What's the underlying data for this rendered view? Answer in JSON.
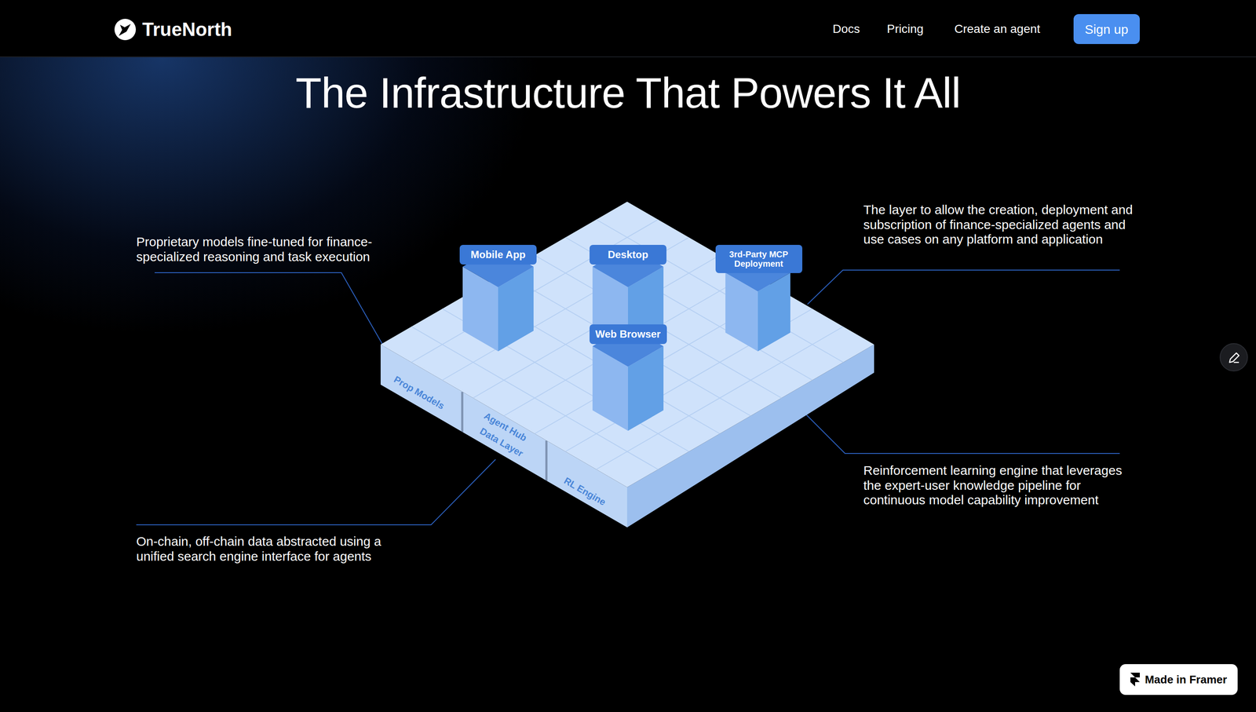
{
  "diagram": {
    "title": "The Infrastructure That Powers It All",
    "nodes": [
      {
        "text": [
          "Sign up"
        ]
      },
      {
        "text": [
          "Mobile App"
        ]
      },
      {
        "text": [
          "Desktop"
        ]
      },
      {
        "text": [
          "3rd-Party MCP Deployment"
        ]
      },
      {
        "text": [
          "Web Browser"
        ]
      },
      {
        "text": [
          "Made in Framer"
        ]
      }
    ],
    "labels": [
      "TrueNorth",
      "Docs",
      "Pricing",
      "Create an agent",
      "Proprietary models fine-tuned for finance-specialized reasoning and task execution",
      "The layer to allow the creation, deployment and subscription of finance-specialized agents and use cases on any platform and application",
      "Prop Models",
      "Agent Hub",
      "Data Layer",
      "RL Engine",
      "Reinforcement learning engine that leverages the expert-user knowledge pipeline for continuous model capability improvement",
      "On-chain, off-chain data abstracted using a unified search engine interface for agents"
    ]
  }
}
